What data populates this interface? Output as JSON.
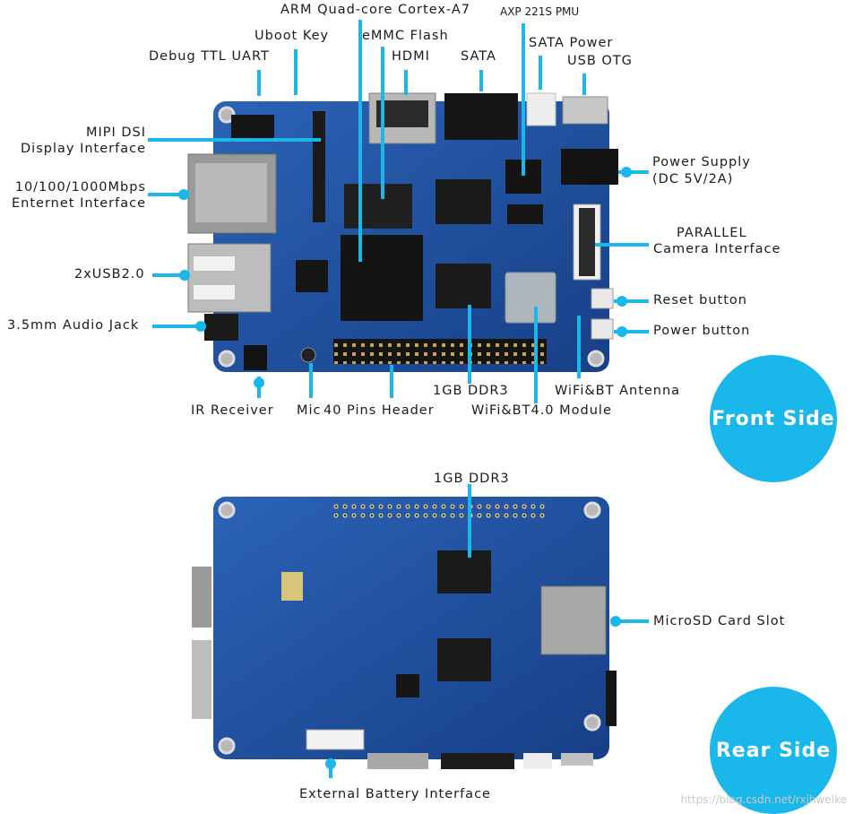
{
  "labels": {
    "arm": "ARM Quad-core Cortex-A7",
    "pmu": "AXP 221S PMU",
    "uboot": "Uboot Key",
    "emmc": "eMMC Flash",
    "sata_power": "SATA Power",
    "debug": "Debug TTL UART",
    "hdmi": "HDMI",
    "sata": "SATA",
    "otg": "USB OTG",
    "mipi_1": "MIPI DSI",
    "mipi_2": "Display Interface",
    "power_1": "Power Supply",
    "power_2": "(DC 5V/2A)",
    "eth_1": "10/100/1000Mbps",
    "eth_2": "Enternet Interface",
    "parallel_1": "PARALLEL",
    "parallel_2": "Camera Interface",
    "usb": "2xUSB2.0",
    "reset": "Reset button",
    "audio": "3.5mm Audio Jack",
    "powerbtn": "Power button",
    "ddr_front": "1GB DDR3",
    "antenna": "WiFi&BT Antenna",
    "ir": "IR Receiver",
    "mic": "Mic",
    "pins": "40 Pins Header",
    "wifi": "WiFi&BT4.0 Module",
    "ddr_rear": "1GB DDR3",
    "microsd": "MicroSD Card Slot",
    "battery": "External Battery Interface"
  },
  "badges": {
    "front": "Front Side",
    "rear": "Rear Side"
  },
  "watermark": "https://blog.csdn.net/rxjhwelke",
  "colors": {
    "leader": "#1ab8ea",
    "badge": "#1ab8ea",
    "pcb": "#1d4fa0",
    "text": "#1b1b1b"
  }
}
